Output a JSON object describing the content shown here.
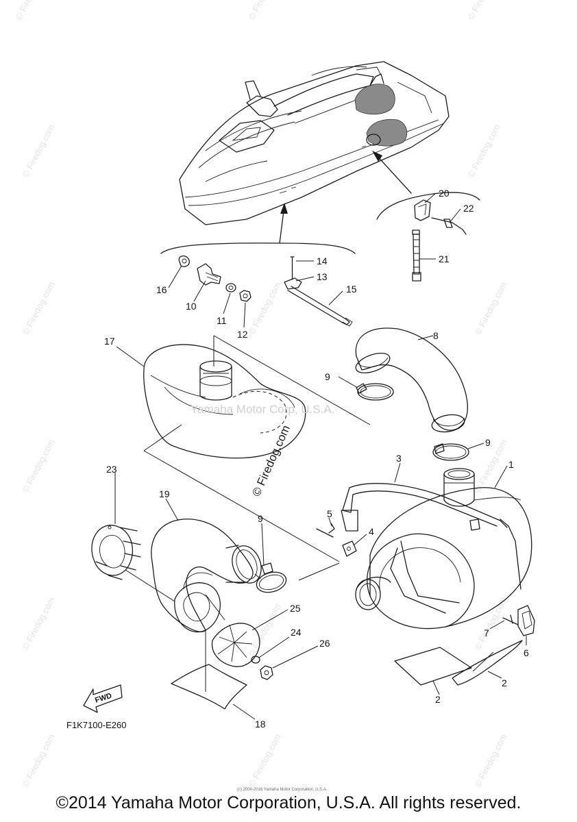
{
  "diagram": {
    "diagram_code": "F1K7100-E260",
    "fwd_label": "FWD",
    "center_watermark": "Yamaha Motor Corp, U.S.A.",
    "rotated_watermark": "© Firedog.com",
    "tiny_print": "(c) 2000-2016 Yamaha Motor Corporation, U.S.A.",
    "watermark_text": "© Firedog.com",
    "callouts": [
      "1",
      "2",
      "2",
      "3",
      "4",
      "5",
      "6",
      "7",
      "8",
      "9",
      "9",
      "9",
      "10",
      "11",
      "12",
      "13",
      "14",
      "15",
      "16",
      "17",
      "18",
      "19",
      "20",
      "21",
      "22",
      "23",
      "24",
      "25",
      "26"
    ]
  },
  "footer": {
    "copyright": "©2014 Yamaha Motor Corporation, U.S.A. All rights reserved."
  }
}
